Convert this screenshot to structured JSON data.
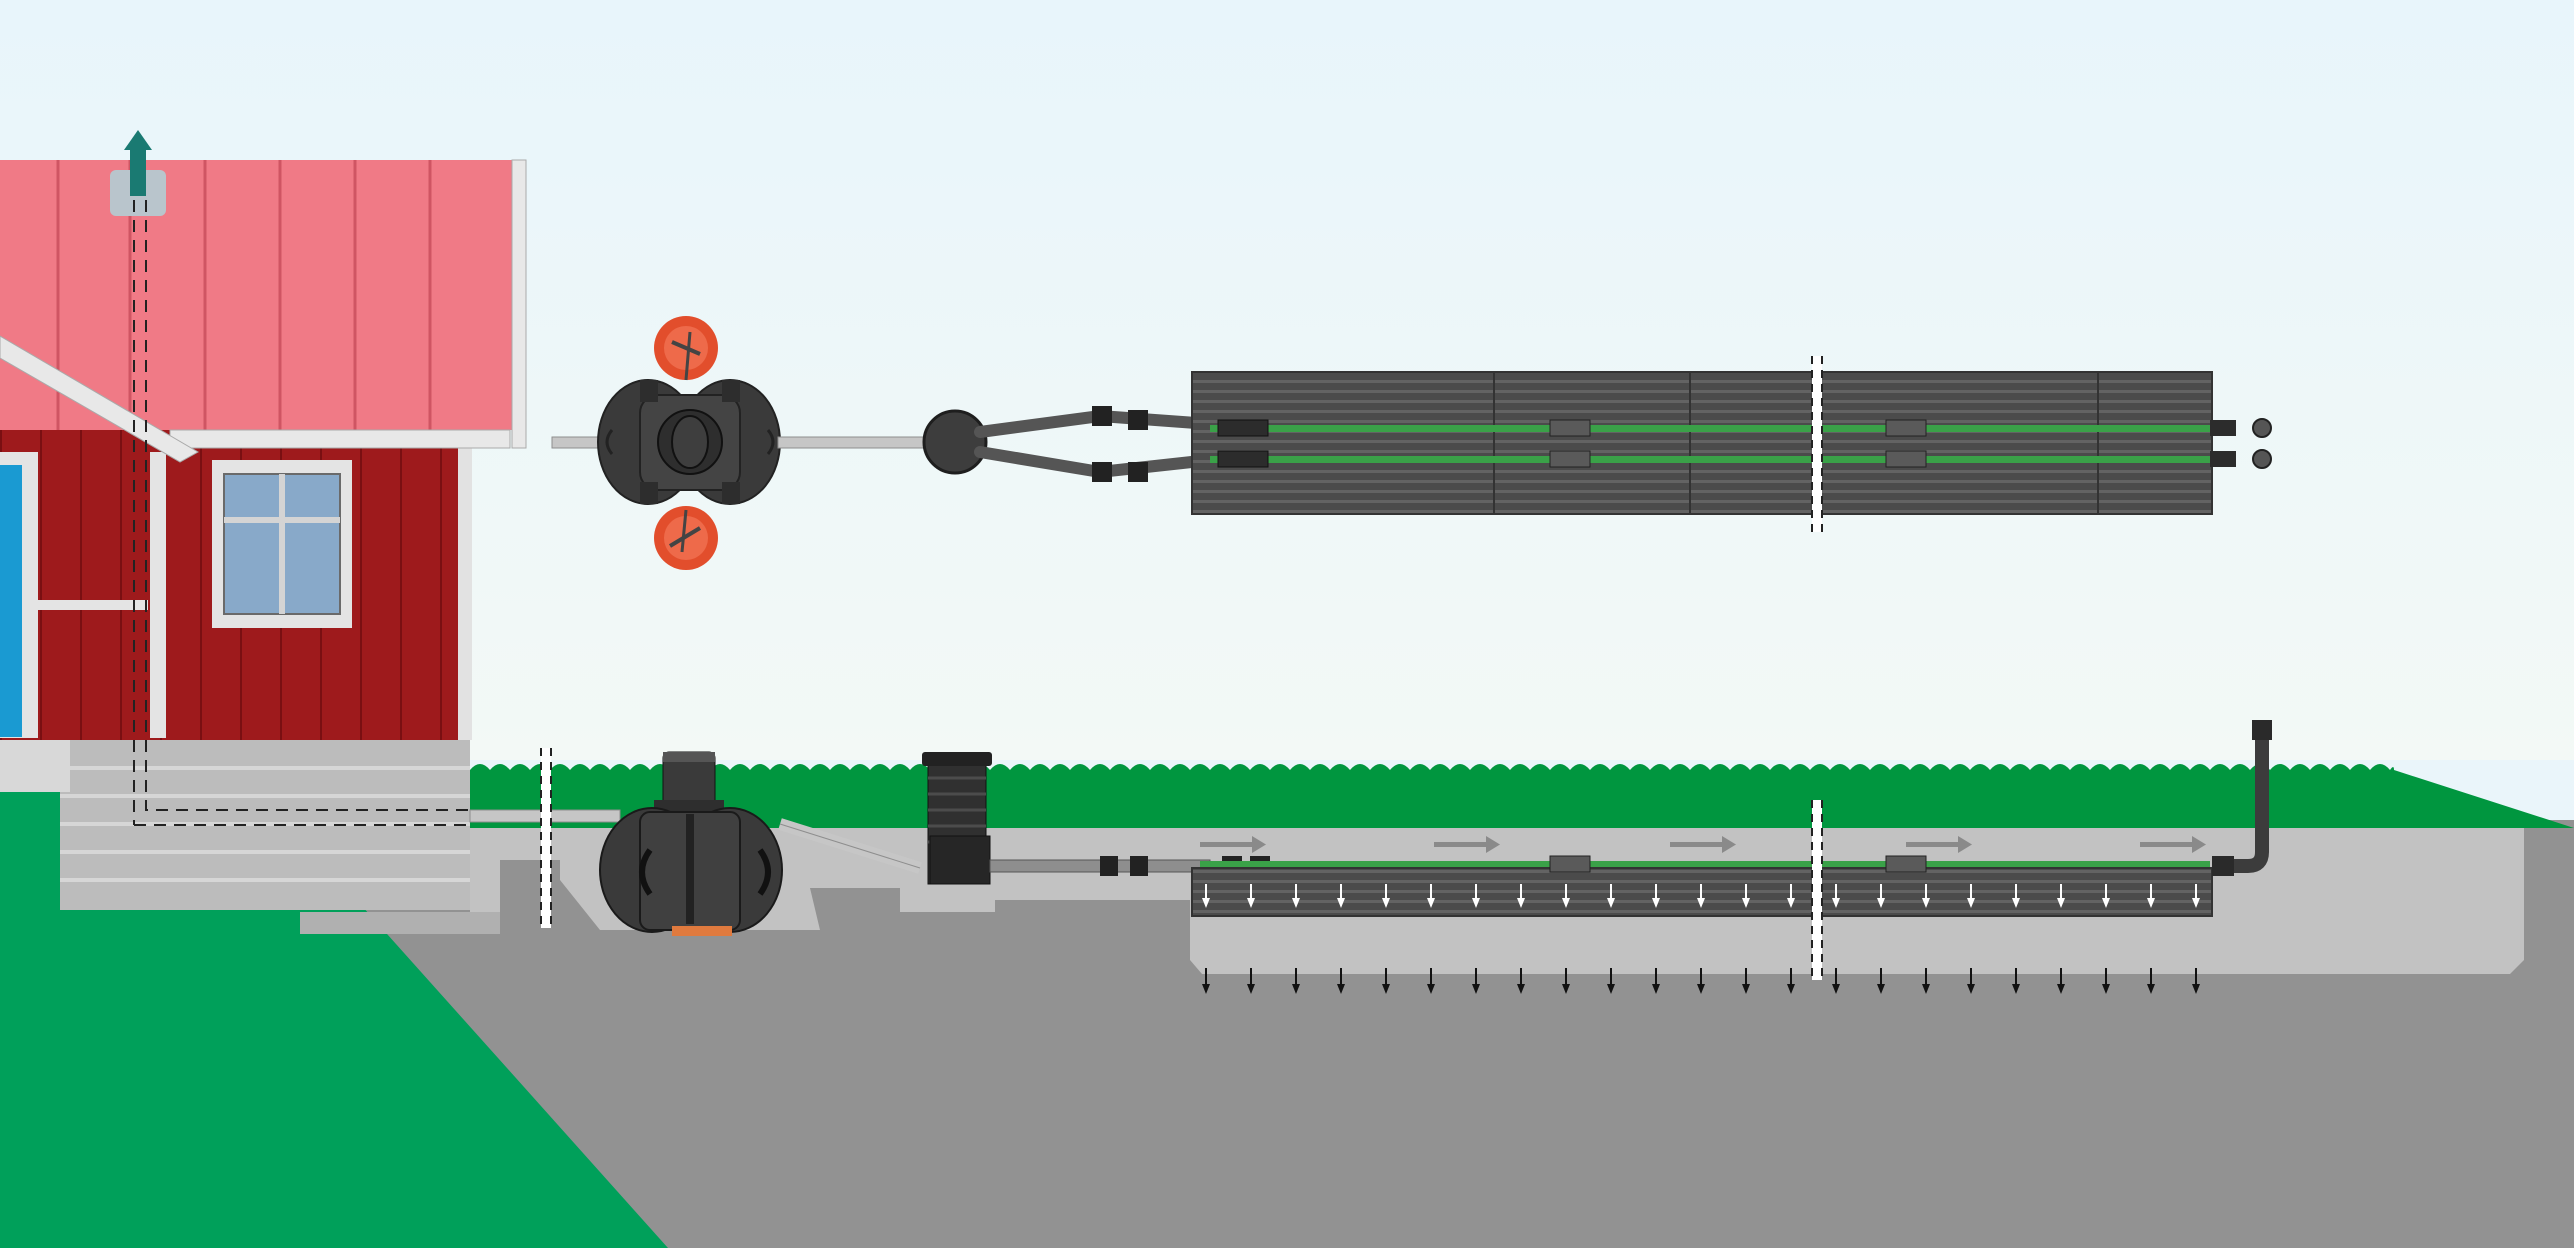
{
  "diagram": {
    "kind": "septic-system-infiltration-field",
    "text_labels": [],
    "colors": {
      "sky_top": "#e8f5fb",
      "sky_bottom": "#f3f9f6",
      "roof": "#f07a86",
      "wall": "#9e1a1c",
      "trim": "#efefef",
      "window_glass": "#88a9c9",
      "foundation": "#bcbcbc",
      "grass_slope": "#00a05a",
      "hedge": "#00963f",
      "gravel": "#c2c2c2",
      "soil": "#929292",
      "pipe": "#3c3c3c",
      "gravel_stripe": "#5a5a5a",
      "green_strip": "#3aa148",
      "orange_marker": "#e24e2c",
      "vent_arrow": "#1a7a72"
    },
    "icons": [
      "vent-arrow-icon",
      "flow-arrow-icon",
      "infiltration-arrow-icon",
      "access-marker-icon"
    ],
    "components": {
      "house": "house-with-vent-pipe",
      "septic_tank": "two-chamber-septic-tank",
      "distribution_well": "distribution-well",
      "infiltration_field": "infiltration-field",
      "air_vent": "air-vent-riser"
    }
  }
}
